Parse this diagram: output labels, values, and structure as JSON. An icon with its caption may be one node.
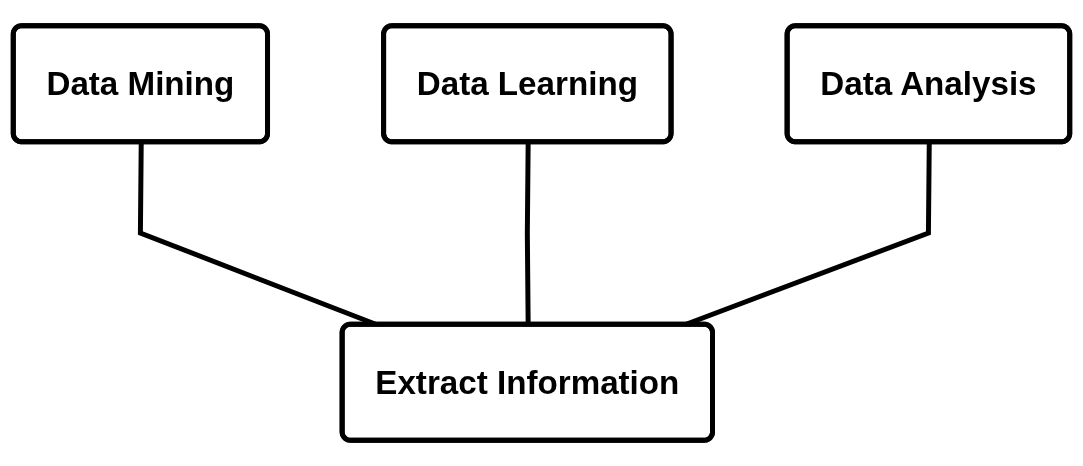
{
  "diagram": {
    "nodes": [
      {
        "text": [
          "Data Mining"
        ]
      },
      {
        "text": [
          "Data Learning"
        ]
      },
      {
        "text": [
          "Data Analysis"
        ]
      },
      {
        "text": [
          "Extract Information"
        ]
      }
    ],
    "edges": [
      {
        "from": 0,
        "to": 3,
        "arrow": "none"
      },
      {
        "from": 1,
        "to": 3,
        "arrow": "none"
      },
      {
        "from": 2,
        "to": 3,
        "arrow": "none"
      }
    ]
  }
}
